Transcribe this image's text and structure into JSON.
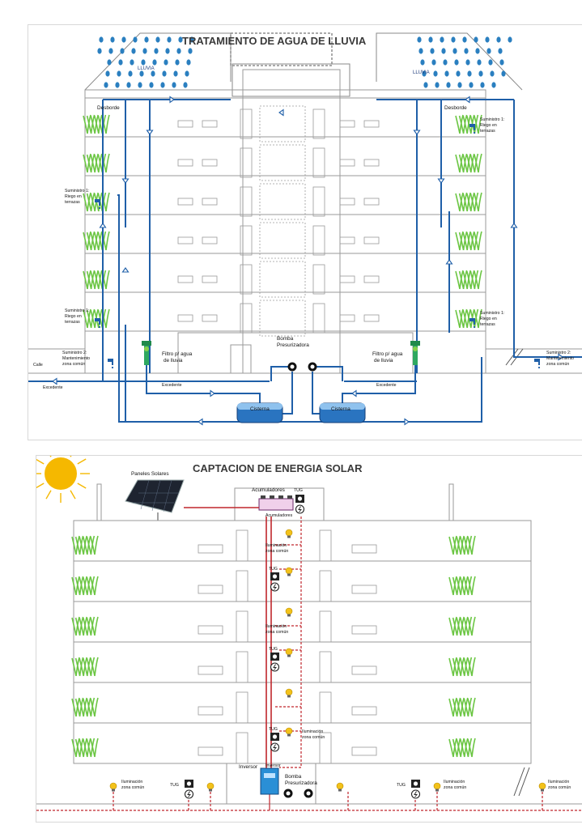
{
  "water": {
    "title": "TRATAMIENTO DE AGUA DE LLUVIA",
    "rain_label": "LLUVIA",
    "overflow": "Desborde",
    "supply_irrigation_1": "Suministro 1:",
    "supply_irrigation_2": "Riego en",
    "supply_irrigation_3": "terrazas",
    "supply_maint_1": "Suministro 2:",
    "supply_maint_2": "Mantenimiento",
    "supply_maint_3": "zona común",
    "filter_1": "Filtro p/ agua",
    "filter_2": "de lluvia",
    "pump_1": "Bomba",
    "pump_2": "Presurizadora",
    "excess": "Excedente",
    "tank": "Cisterna",
    "street": "Calle",
    "colors": {
      "pipe": "#1f5fa8",
      "grass": "#6cc644",
      "rain": "#2a7fc0"
    }
  },
  "solar": {
    "title": "CAPTACION DE ENERGIA SOLAR",
    "panels": "Paneles Solares",
    "accumulators": "Acumuladores",
    "accumulators_small": "Acumuladores",
    "tug": "TUG",
    "lighting_1": "Iluminación",
    "lighting_2": "zona común",
    "inverter": "Inversor",
    "inverter_small": "Inversor",
    "pump_1": "Bomba",
    "pump_2": "Presurizadora",
    "colors": {
      "wire": "#c0262c",
      "sun": "#f5b800",
      "bulb": "#f3c21a"
    }
  }
}
